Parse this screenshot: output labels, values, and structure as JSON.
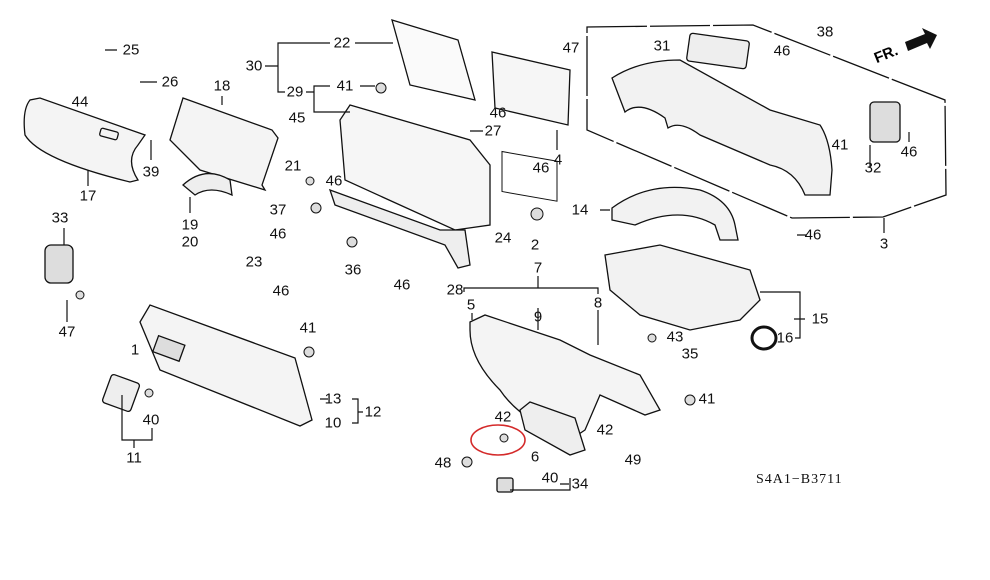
{
  "diagram": {
    "part_labels": [
      "25",
      "26",
      "44",
      "17",
      "39",
      "33",
      "47",
      "18",
      "30",
      "22",
      "29",
      "41",
      "45",
      "21",
      "46",
      "37",
      "19",
      "20",
      "46",
      "23",
      "46",
      "36",
      "46",
      "28",
      "47",
      "46",
      "27",
      "4",
      "46",
      "24",
      "2",
      "14",
      "31",
      "46",
      "38",
      "41",
      "32",
      "46",
      "3",
      "46",
      "7",
      "5",
      "9",
      "8",
      "15",
      "16",
      "43",
      "35",
      "41",
      "42",
      "42",
      "6",
      "49",
      "48",
      "40",
      "34",
      "1",
      "40",
      "11",
      "41",
      "13",
      "12",
      "10"
    ],
    "direction_label": "FR.",
    "diagram_code": "S4A1−B3711",
    "highlight_color": "#d42a2a",
    "line_color": "#111111"
  }
}
